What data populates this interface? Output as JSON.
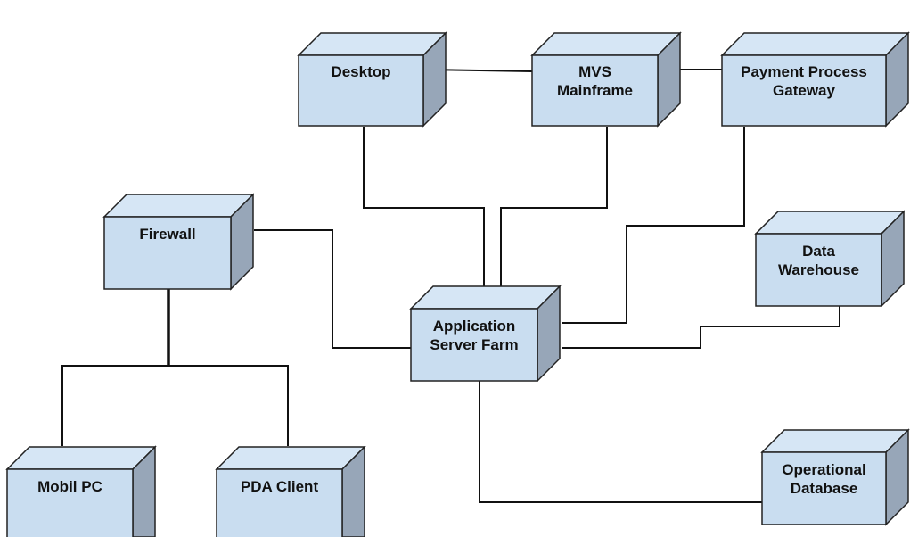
{
  "nodes": {
    "desktop": {
      "lines": [
        "Desktop"
      ]
    },
    "mvs_mainframe": {
      "lines": [
        "MVS",
        "Mainframe"
      ]
    },
    "payment_gateway": {
      "lines": [
        "Payment Process",
        "Gateway"
      ]
    },
    "firewall": {
      "lines": [
        "Firewall"
      ]
    },
    "data_warehouse": {
      "lines": [
        "Data",
        "Warehouse"
      ]
    },
    "app_server_farm": {
      "lines": [
        "Application",
        "Server Farm"
      ]
    },
    "mobil_pc": {
      "lines": [
        "Mobil PC"
      ]
    },
    "pda_client": {
      "lines": [
        "PDA Client"
      ]
    },
    "operational_db": {
      "lines": [
        "Operational",
        "Database"
      ]
    }
  },
  "connections": [
    [
      "desktop",
      "mvs_mainframe"
    ],
    [
      "mvs_mainframe",
      "payment_gateway"
    ],
    [
      "desktop",
      "app_server_farm"
    ],
    [
      "mvs_mainframe",
      "app_server_farm"
    ],
    [
      "payment_gateway",
      "app_server_farm"
    ],
    [
      "firewall",
      "app_server_farm"
    ],
    [
      "data_warehouse",
      "app_server_farm"
    ],
    [
      "app_server_farm",
      "operational_db"
    ],
    [
      "firewall",
      "mobil_pc"
    ],
    [
      "firewall",
      "pda_client"
    ]
  ],
  "colors": {
    "box_front": "#c9ddf0",
    "box_top": "#d6e6f5",
    "box_side": "#97a6b8",
    "line": "#111111"
  }
}
